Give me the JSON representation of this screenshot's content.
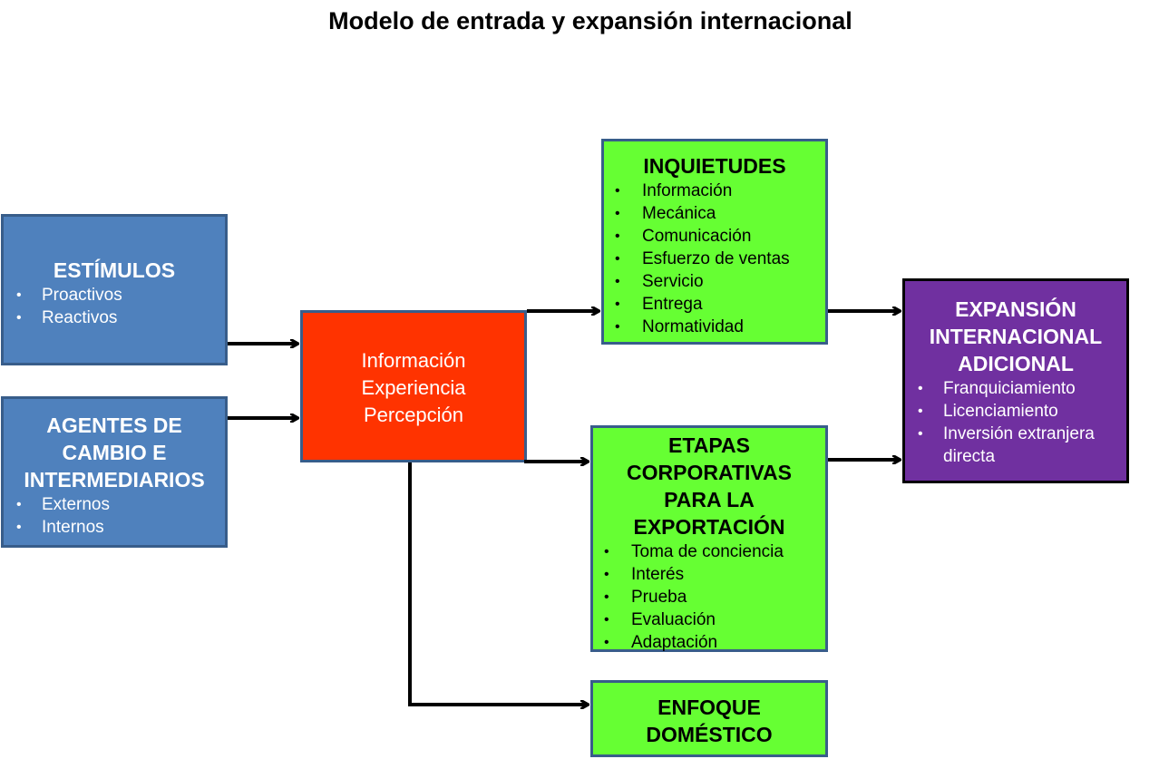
{
  "title": "Modelo de entrada y expansión internacional",
  "colors": {
    "blue": "#4f81bd",
    "green": "#66ff33",
    "red": "#ff3300",
    "purple": "#7030a0",
    "border": "#385d8a"
  },
  "estimulos": {
    "title": "ESTÍMULOS",
    "items": [
      "Proactivos",
      "Reactivos"
    ]
  },
  "agentes": {
    "title": "AGENTES DE CAMBIO E INTERMEDIARIOS",
    "items": [
      "Externos",
      "Internos"
    ]
  },
  "center": {
    "lines": [
      "Información",
      "Experiencia",
      "Percepción"
    ]
  },
  "inquietudes": {
    "title": "INQUIETUDES",
    "items": [
      "Información",
      "Mecánica",
      "Comunicación",
      "Esfuerzo de ventas",
      "Servicio",
      "Entrega",
      "Normatividad"
    ]
  },
  "etapas": {
    "title": "ETAPAS CORPORATIVAS PARA LA EXPORTACIÓN",
    "items": [
      "Toma de conciencia",
      "Interés",
      "Prueba",
      "Evaluación",
      "Adaptación"
    ]
  },
  "enfoque": {
    "title": "ENFOQUE DOMÉSTICO"
  },
  "expansion": {
    "title": "EXPANSIÓN INTERNACIONAL ADICIONAL",
    "items": [
      "Franquiciamiento",
      "Licenciamiento",
      "Inversión extranjera directa"
    ]
  }
}
